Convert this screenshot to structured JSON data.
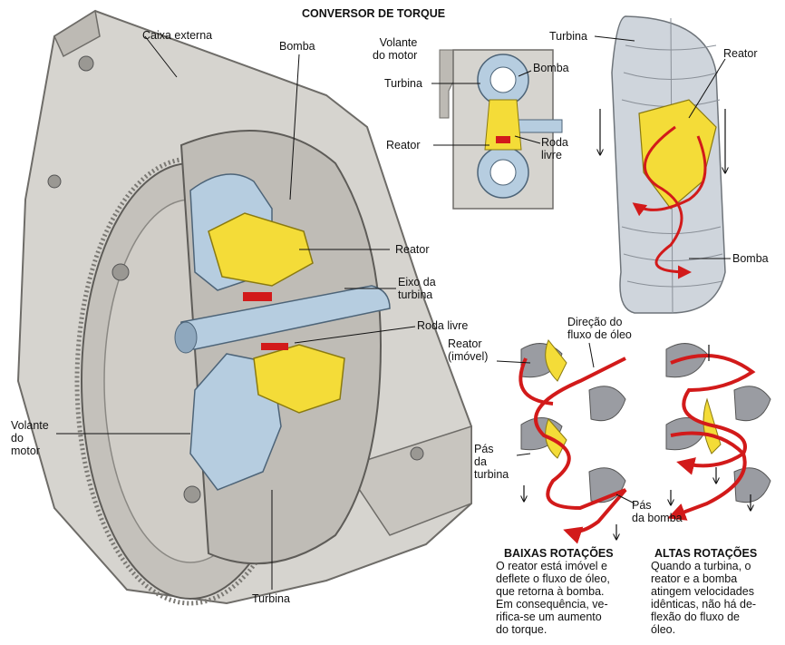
{
  "title": "CONVERSOR DE TORQUE",
  "labels": {
    "caixa_externa": "Caixa externa",
    "bomba_main": "Bomba",
    "reator_main": "Reator",
    "eixo_turbina": "Eixo da\nturbina",
    "roda_livre_main": "Roda livre",
    "volante_main": "Volante\ndo\nmotor",
    "turbina_main": "Turbina",
    "volante_small": "Volante\ndo motor",
    "bomba_small": "Bomba",
    "turbina_small": "Turbina",
    "reator_small": "Reator",
    "roda_livre_small": "Roda\nlivre",
    "turbina_cut": "Turbina",
    "reator_cut": "Reator",
    "bomba_cut": "Bomba",
    "direcao_fluxo": "Direção do\nfluxo de óleo",
    "reator_imovel": "Reator\n(imóvel)",
    "pas_turbina": "Pás\nda\nturbina",
    "pas_bomba": "Pás\nda bomba"
  },
  "captions": {
    "low": {
      "heading": "BAIXAS ROTAÇÕES",
      "text": "O reator está imóvel e\ndeflete o fluxo de óleo,\nque retorna à bomba.\nEm consequência, ve-\nrifica-se um aumento\ndo torque."
    },
    "high": {
      "heading": "ALTAS ROTAÇÕES",
      "text": "Quando a turbina, o\nreator e a bomba\natingem velocidades\nidênticas, não há de-\nflexão do fluxo de\nóleo."
    }
  },
  "colors": {
    "casing": "#d6d4cf",
    "casing_edge": "#6e6c68",
    "blue_part": "#b6cde0",
    "reactor_yellow": "#f4dc38",
    "flow_red": "#d21a1a",
    "blade_grey": "#9a9ca2"
  }
}
